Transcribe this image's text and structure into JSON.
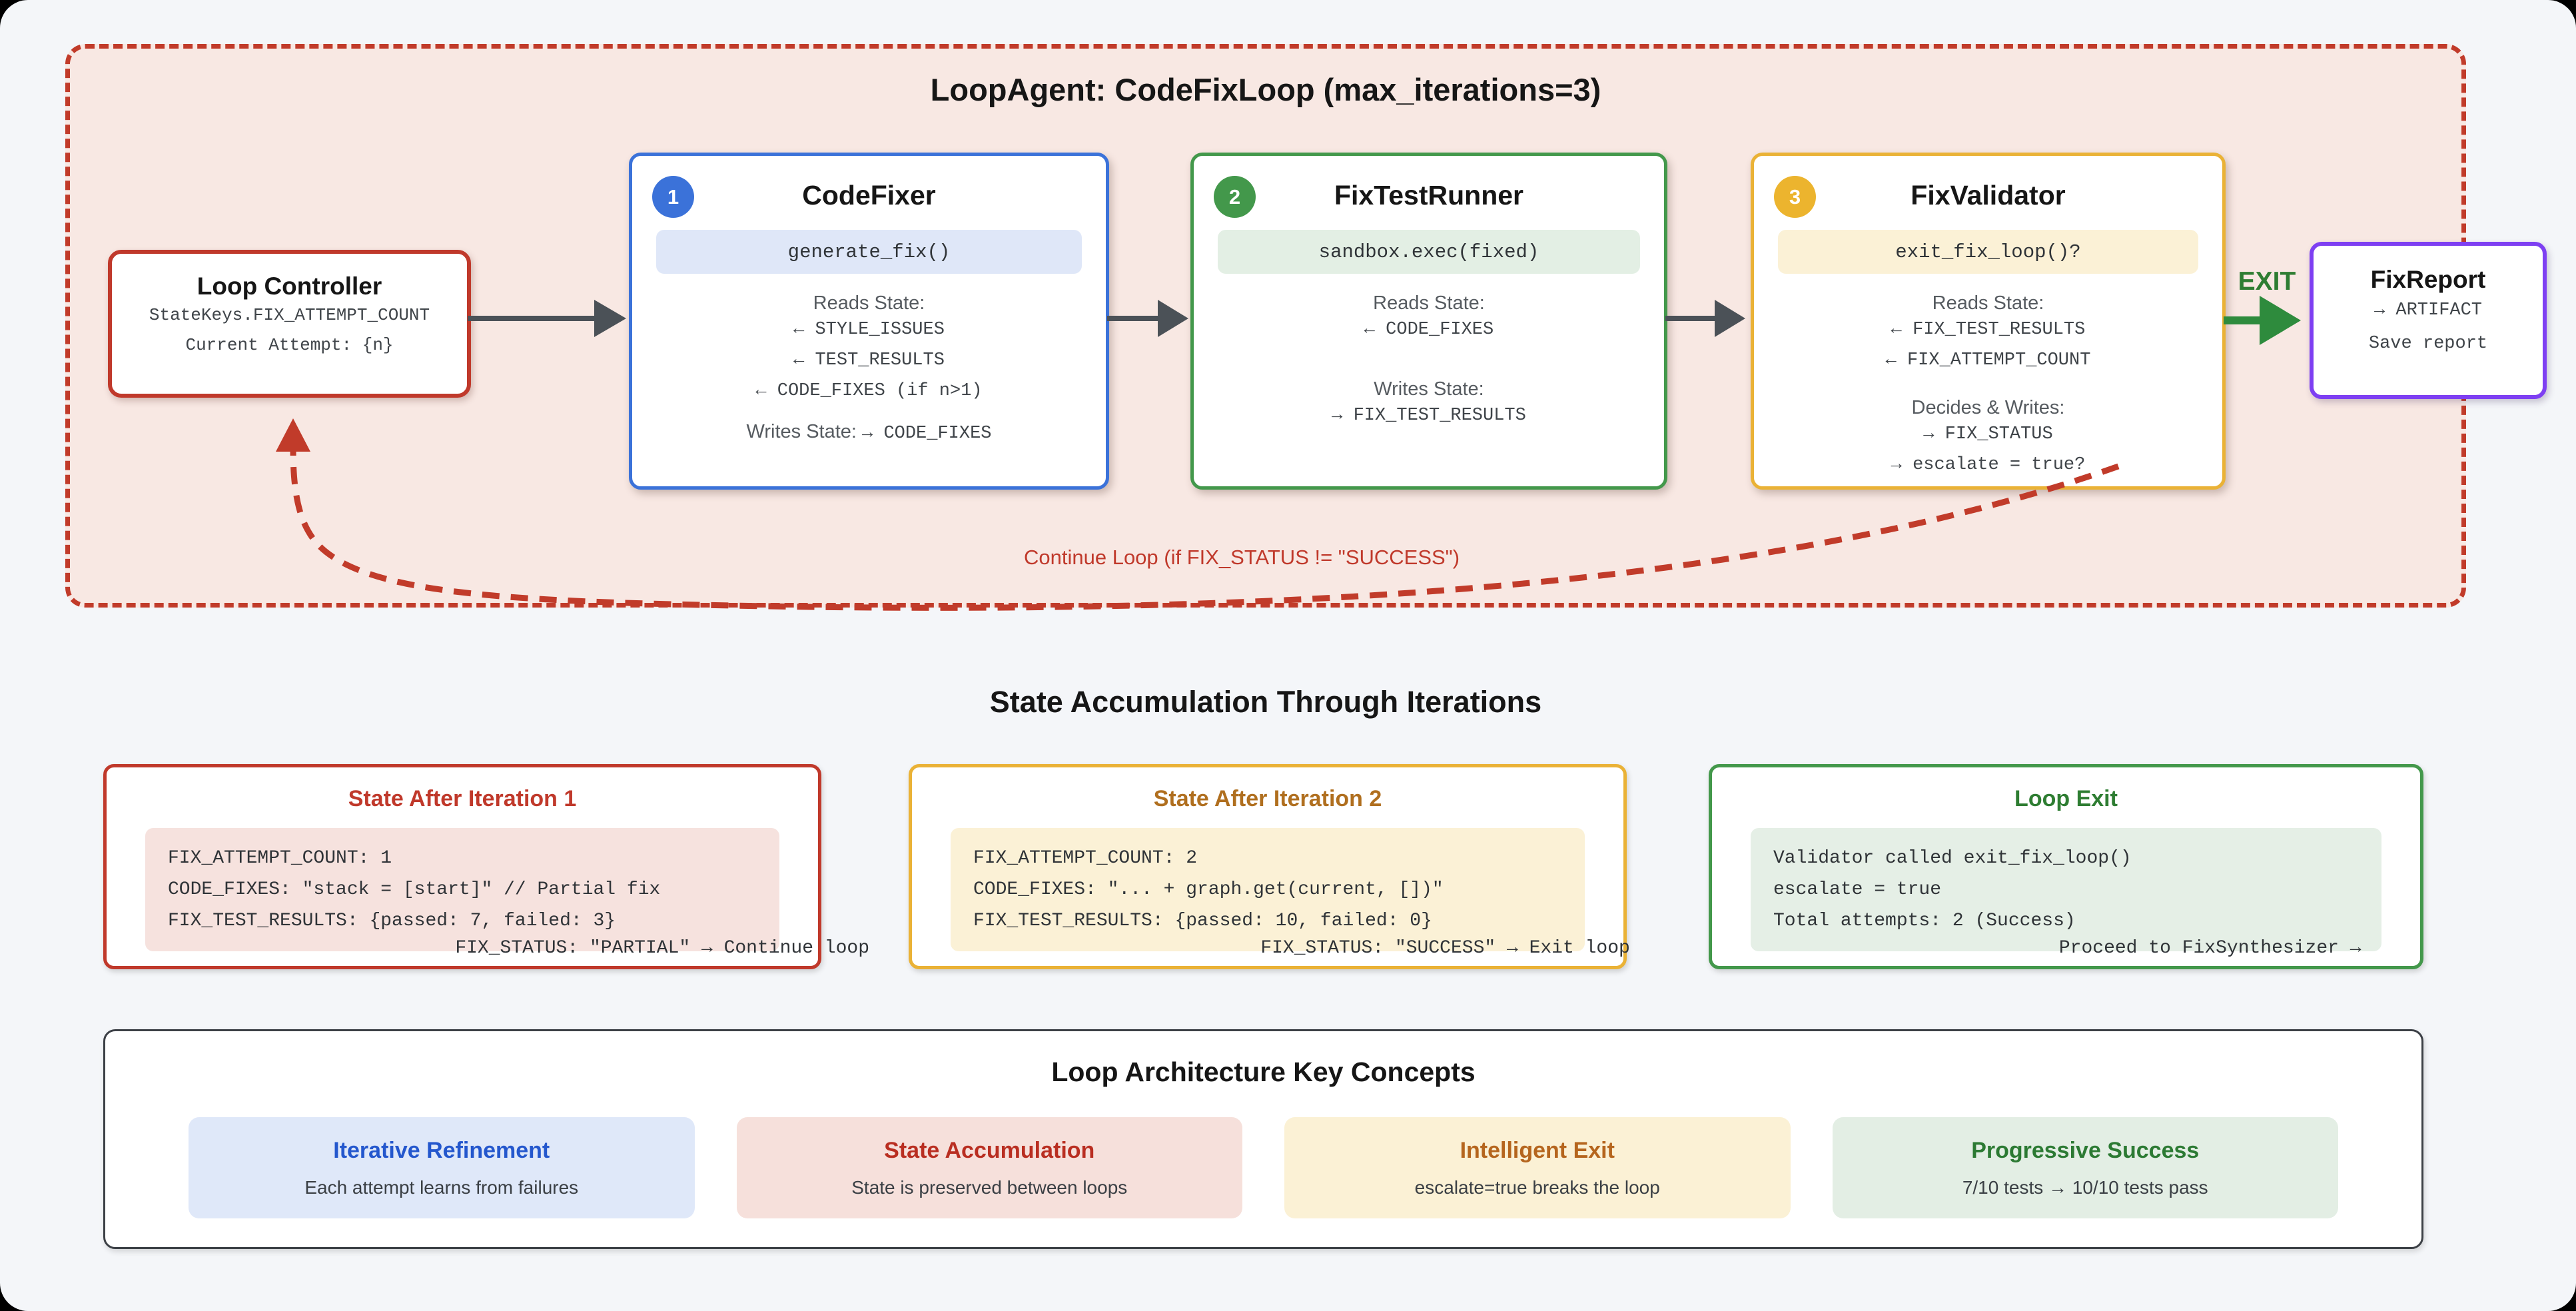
{
  "loop": {
    "title": "LoopAgent: CodeFixLoop (max_iterations=3)",
    "controller": {
      "title": "Loop Controller",
      "line1": "StateKeys.FIX_ATTEMPT_COUNT",
      "line2": "Current Attempt: {n}"
    },
    "agents": [
      {
        "badge": "1",
        "name": "CodeFixer",
        "code": "generate_fix()",
        "reads_label": "Reads State:",
        "reads": [
          "← STYLE_ISSUES",
          "← TEST_RESULTS",
          "← CODE_FIXES (if n>1)"
        ],
        "writes_label": "Writes State:",
        "writes_inline": "→ CODE_FIXES"
      },
      {
        "badge": "2",
        "name": "FixTestRunner",
        "code": "sandbox.exec(fixed)",
        "reads_label": "Reads State:",
        "reads": [
          "← CODE_FIXES"
        ],
        "writes_label": "Writes State:",
        "writes": [
          "→ FIX_TEST_RESULTS"
        ]
      },
      {
        "badge": "3",
        "name": "FixValidator",
        "code": "exit_fix_loop()?",
        "reads_label": "Reads State:",
        "reads": [
          "← FIX_TEST_RESULTS",
          "← FIX_ATTEMPT_COUNT"
        ],
        "decides_label": "Decides & Writes:",
        "writes": [
          "→ FIX_STATUS",
          "→ escalate = true?"
        ]
      }
    ],
    "exit_label": "EXIT",
    "report": {
      "title": "FixReport",
      "line1": "→ ARTIFACT",
      "line2": "Save report"
    },
    "continue_label": "Continue Loop (if FIX_STATUS != \"SUCCESS\")"
  },
  "state_section": {
    "title": "State Accumulation Through Iterations",
    "cards": [
      {
        "title": "State After Iteration 1",
        "line1": "FIX_ATTEMPT_COUNT: 1",
        "line2": "CODE_FIXES: \"stack = [start]\" // Partial fix",
        "line3": "FIX_TEST_RESULTS: {passed: 7, failed: 3}",
        "overflow": "FIX_STATUS: \"PARTIAL\" → Continue loop"
      },
      {
        "title": "State After Iteration 2",
        "line1": "FIX_ATTEMPT_COUNT: 2",
        "line2": "CODE_FIXES: \"... + graph.get(current, [])\"",
        "line3": "FIX_TEST_RESULTS: {passed: 10, failed: 0}",
        "overflow": "FIX_STATUS: \"SUCCESS\" → Exit loop"
      },
      {
        "title": "Loop Exit",
        "line1": "Validator called exit_fix_loop()",
        "line2": "escalate = true",
        "line3": "Total attempts: 2 (Success)",
        "overflow": "Proceed to FixSynthesizer →"
      }
    ]
  },
  "concepts": {
    "title": "Loop Architecture Key Concepts",
    "pills": [
      {
        "title": "Iterative Refinement",
        "subtitle": "Each attempt learns from failures"
      },
      {
        "title": "State Accumulation",
        "subtitle": "State is preserved between loops"
      },
      {
        "title": "Intelligent Exit",
        "subtitle": "escalate=true breaks the loop"
      },
      {
        "title": "Progressive Success",
        "subtitle": "7/10 tests → 10/10 tests pass"
      }
    ]
  },
  "colors": {
    "canvas_bg": "#f4f6f9",
    "loop_fill": "#f8e8e3",
    "loop_border": "#c13b2a",
    "controller_red": "#c0392b",
    "agent_blue": "#3b72d9",
    "agent_green": "#43984b",
    "agent_amber": "#eab236",
    "report_purple": "#7e3ff2",
    "exit_green": "#2e7d32",
    "flow_arrow_gray": "#4b5157",
    "continue_red": "#c0392b"
  }
}
